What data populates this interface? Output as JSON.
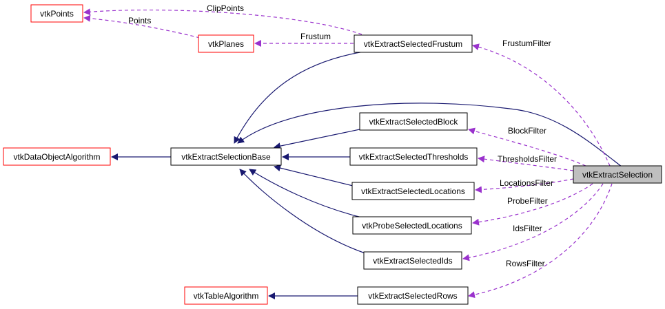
{
  "colors": {
    "inherit_edge": "#191970",
    "usage_edge": "#9a32cd",
    "external_border": "#ff0000",
    "internal_border": "#000000",
    "focus_fill": "#bfbfbf",
    "node_fill": "#ffffff"
  },
  "nodes": {
    "vtkPoints": "vtkPoints",
    "vtkPlanes": "vtkPlanes",
    "vtkExtractSelectedFrustum": "vtkExtractSelectedFrustum",
    "vtkDataObjectAlgorithm": "vtkDataObjectAlgorithm",
    "vtkExtractSelectionBase": "vtkExtractSelectionBase",
    "vtkExtractSelectedBlock": "vtkExtractSelectedBlock",
    "vtkExtractSelectedThresholds": "vtkExtractSelectedThresholds",
    "vtkExtractSelection": "vtkExtractSelection",
    "vtkExtractSelectedLocations": "vtkExtractSelectedLocations",
    "vtkProbeSelectedLocations": "vtkProbeSelectedLocations",
    "vtkExtractSelectedIds": "vtkExtractSelectedIds",
    "vtkTableAlgorithm": "vtkTableAlgorithm",
    "vtkExtractSelectedRows": "vtkExtractSelectedRows"
  },
  "edge_labels": {
    "clip_points": "ClipPoints",
    "points": "Points",
    "frustum": "Frustum",
    "frustum_filter": "FrustumFilter",
    "block_filter": "BlockFilter",
    "thresholds_filter": "ThresholdsFilter",
    "locations_filter": "LocationsFilter",
    "probe_filter": "ProbeFilter",
    "ids_filter": "IdsFilter",
    "rows_filter": "RowsFilter"
  }
}
